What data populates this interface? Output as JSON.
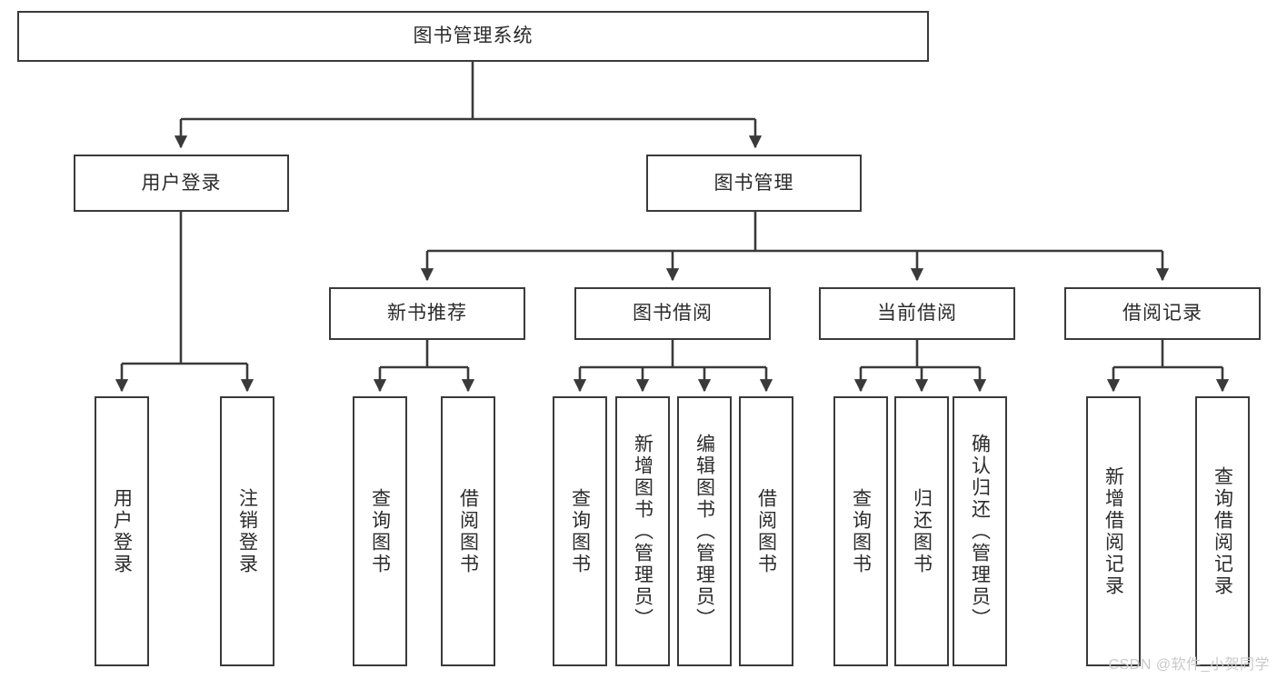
{
  "diagram": {
    "title": "图书管理系统",
    "watermark": "CSDN @软件_小贺同学",
    "colors": {
      "background": "#ffffff",
      "node_border": "#3a3a3a",
      "node_fill": "#ffffff",
      "edge": "#3a3a3a",
      "text": "#2b2b2b",
      "watermark": "#c9c9c9"
    },
    "nodes": {
      "root": "图书管理系统",
      "level2": {
        "user_login": "用户登录",
        "book_manage": "图书管理"
      },
      "level3": {
        "new_book_recommend": "新书推荐",
        "book_borrow": "图书借阅",
        "current_borrow": "当前借阅",
        "borrow_record": "借阅记录"
      },
      "leaves": {
        "user_login_children": [
          "用户登录",
          "注销登录"
        ],
        "new_book_recommend_children": [
          "查询图书",
          "借阅图书"
        ],
        "book_borrow_children": [
          "查询图书",
          "新增图书（管理员）",
          "编辑图书（管理员）",
          "借阅图书"
        ],
        "current_borrow_children": [
          "查询图书",
          "归还图书",
          "确认归还（管理员）"
        ],
        "borrow_record_children": [
          "新增借阅记录",
          "查询借阅记录"
        ]
      }
    },
    "structure": {
      "type": "tree",
      "levels": 4,
      "edges": [
        [
          "图书管理系统",
          "用户登录"
        ],
        [
          "图书管理系统",
          "图书管理"
        ],
        [
          "用户登录",
          "用户登录"
        ],
        [
          "用户登录",
          "注销登录"
        ],
        [
          "图书管理",
          "新书推荐"
        ],
        [
          "图书管理",
          "图书借阅"
        ],
        [
          "图书管理",
          "当前借阅"
        ],
        [
          "图书管理",
          "借阅记录"
        ],
        [
          "新书推荐",
          "查询图书"
        ],
        [
          "新书推荐",
          "借阅图书"
        ],
        [
          "图书借阅",
          "查询图书"
        ],
        [
          "图书借阅",
          "新增图书（管理员）"
        ],
        [
          "图书借阅",
          "编辑图书（管理员）"
        ],
        [
          "图书借阅",
          "借阅图书"
        ],
        [
          "当前借阅",
          "查询图书"
        ],
        [
          "当前借阅",
          "归还图书"
        ],
        [
          "当前借阅",
          "确认归还（管理员）"
        ],
        [
          "借阅记录",
          "新增借阅记录"
        ],
        [
          "借阅记录",
          "查询借阅记录"
        ]
      ]
    }
  }
}
